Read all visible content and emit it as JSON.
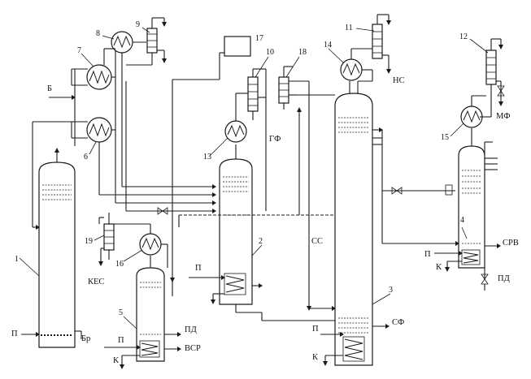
{
  "equipment_numbers": {
    "n1": "1",
    "n2": "2",
    "n3": "3",
    "n4": "4",
    "n5": "5",
    "n6": "6",
    "n7": "7",
    "n8": "8",
    "n9": "9",
    "n10": "10",
    "n11": "11",
    "n12": "12",
    "n13": "13",
    "n14": "14",
    "n15": "15",
    "n16": "16",
    "n17": "17",
    "n18": "18",
    "n19": "19"
  },
  "streams": {
    "b": "Б",
    "br": "Бр",
    "p": "П",
    "k": "К",
    "kes": "КЕС",
    "pd": "ПД",
    "vsr": "ВСР",
    "gf": "ГФ",
    "ss": "СС",
    "ns": "НС",
    "sf": "СФ",
    "srv": "СРВ",
    "mf": "МФ"
  }
}
